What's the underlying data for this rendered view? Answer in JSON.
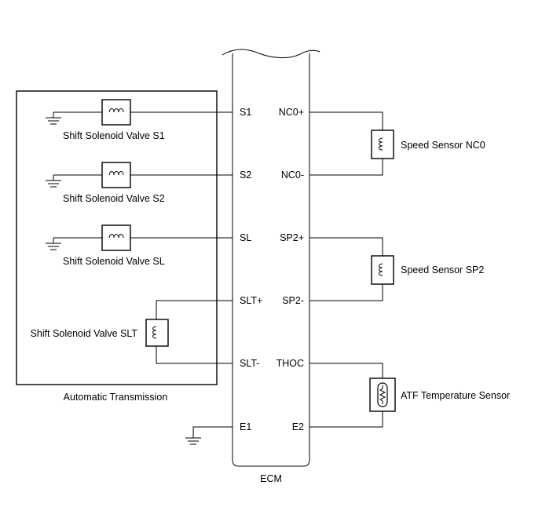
{
  "ecm": {
    "label": "ECM",
    "left_pins": [
      "S1",
      "S2",
      "SL",
      "SLT+",
      "SLT-",
      "E1"
    ],
    "right_pins": [
      "NC0+",
      "NC0-",
      "SP2+",
      "SP2-",
      "THOC",
      "E2"
    ]
  },
  "transmission": {
    "label": "Automatic Transmission",
    "solenoids": {
      "s1": "Shift Solenoid Valve S1",
      "s2": "Shift Solenoid Valve S2",
      "sl": "Shift Solenoid Valve SL",
      "slt": "Shift Solenoid Valve SLT"
    }
  },
  "sensors": {
    "nc0": "Speed Sensor NC0",
    "sp2": "Speed Sensor SP2",
    "atf": "ATF Temperature Sensor"
  }
}
